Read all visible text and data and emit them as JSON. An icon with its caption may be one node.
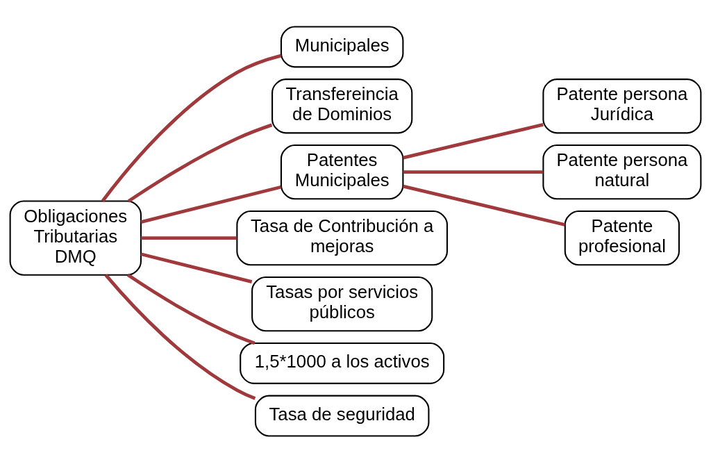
{
  "diagram": {
    "nodes": [
      {
        "text": [
          "Obligaciones Tributarias DMQ"
        ]
      },
      {
        "text": [
          "Municipales"
        ]
      },
      {
        "text": [
          "Transfereincia de Dominios"
        ]
      },
      {
        "text": [
          "Patentes Municipales"
        ]
      },
      {
        "text": [
          "Tasa de Contribución a mejoras"
        ]
      },
      {
        "text": [
          "Tasas por servicios públicos"
        ]
      },
      {
        "text": [
          "1,5*1000 a los activos"
        ]
      },
      {
        "text": [
          "Tasa de seguridad"
        ]
      },
      {
        "text": [
          "Patente persona Jurídica"
        ]
      },
      {
        "text": [
          "Patente persona natural"
        ]
      },
      {
        "text": [
          "Patente profesional"
        ]
      }
    ],
    "edges": [
      {
        "from": 0,
        "to": 1,
        "arrow": "none"
      },
      {
        "from": 0,
        "to": 2,
        "arrow": "none"
      },
      {
        "from": 0,
        "to": 3,
        "arrow": "none"
      },
      {
        "from": 0,
        "to": 4,
        "arrow": "none"
      },
      {
        "from": 0,
        "to": 5,
        "arrow": "none"
      },
      {
        "from": 0,
        "to": 6,
        "arrow": "none"
      },
      {
        "from": 0,
        "to": 7,
        "arrow": "none"
      },
      {
        "from": 3,
        "to": 8,
        "arrow": "none"
      },
      {
        "from": 3,
        "to": 9,
        "arrow": "none"
      },
      {
        "from": 3,
        "to": 10,
        "arrow": "none"
      }
    ]
  }
}
